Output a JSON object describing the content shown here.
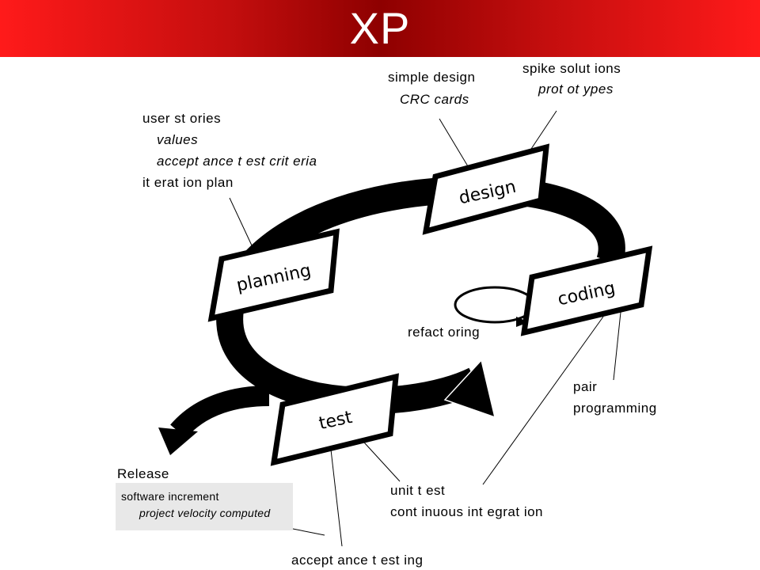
{
  "header": {
    "title": "XP"
  },
  "phases": {
    "planning": "planning",
    "design": "design",
    "coding": "coding",
    "test": "test"
  },
  "planning_notes": {
    "user_stories": "user st ories",
    "values": "values",
    "criteria": "accept ance t est  crit eria",
    "iteration_plan": "it erat ion plan"
  },
  "design_notes": {
    "simple_design": "simple design",
    "crc_cards": "CRC cards",
    "spike_solutions": "spike solut ions",
    "prototypes": "prot ot ypes"
  },
  "refactoring": "refact oring",
  "coding_notes": {
    "pair": "pair",
    "programming": "programming"
  },
  "test_notes": {
    "unit_test": "unit  t est",
    "continuous_integration": "cont inuous int egrat ion",
    "acceptance_testing": "accept ance t est ing"
  },
  "release": {
    "title": "Release",
    "software_increment": "software increment",
    "project_velocity": "project velocity computed"
  },
  "colors": {
    "header_red": "#d10f0f",
    "header_dark": "#8e0000",
    "release_box": "#e8e8e8"
  }
}
